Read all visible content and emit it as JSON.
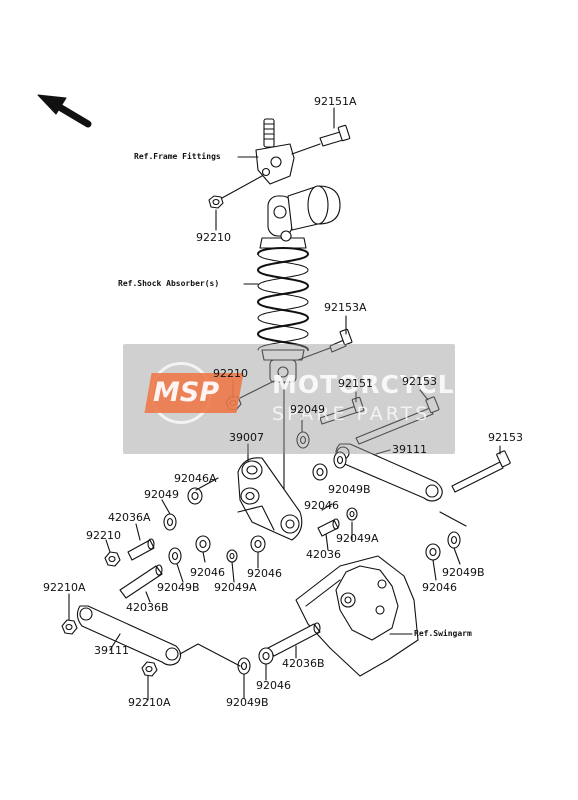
{
  "references": {
    "frame_fittings": "Ref.Frame Fittings",
    "shock_absorber": "Ref.Shock Absorber(s)",
    "swingarm": "Ref.Swingarm"
  },
  "part_labels": {
    "p92151A": "92151A",
    "p92210_top": "92210",
    "p92153A": "92153A",
    "p92210_mid": "92210",
    "p92151": "92151",
    "p92153_a": "92153",
    "p92049_top": "92049",
    "p39007": "39007",
    "p39111_right": "39111",
    "p92153_b": "92153",
    "p92046A": "92046A",
    "p92049_left": "92049",
    "p92049B_mid": "92049B",
    "p42036A": "42036A",
    "p92046_mid": "92046",
    "p92210_small": "92210",
    "p92049A_right": "92049A",
    "p42036": "42036",
    "p92046_center": "92046",
    "p92046_center2": "92046",
    "p92049B_left": "92049B",
    "p92049A_bottom": "92049A",
    "p92049B_right": "92049B",
    "p92210A_left": "92210A",
    "p42036B_left": "42036B",
    "p92046_right": "92046",
    "p39111_left": "39111",
    "p42036B_bottom": "42036B",
    "p92046_bottom": "92046",
    "p92210A_bottom": "92210A",
    "p92049B_bottom": "92049B"
  },
  "watermark": {
    "badge": "MSP",
    "title": "MOTORCYCLE",
    "subtitle": "SPARE PARTS"
  }
}
